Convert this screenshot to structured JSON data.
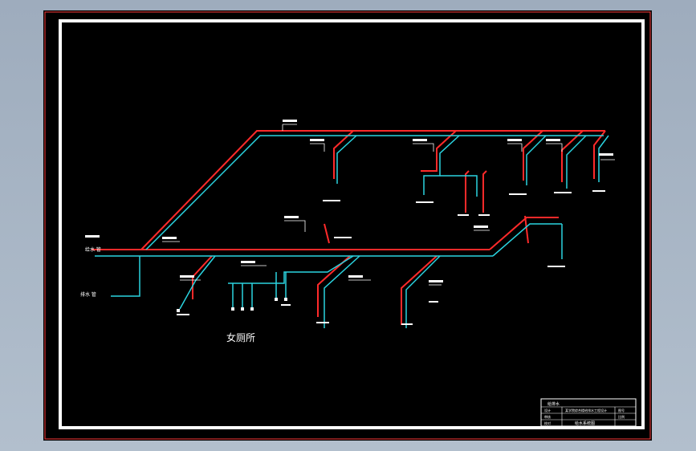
{
  "drawing": {
    "room_label": "女厕所",
    "inlet_labels": [
      "给水 管",
      "排水 管"
    ],
    "title_block": {
      "header": "给排水",
      "project": "某学院综合楼给排水工程设计",
      "drawing_name": "给水系统图",
      "rows": [
        "设计",
        "审核",
        "校对"
      ],
      "right_cells": [
        "图号",
        "比例"
      ]
    }
  },
  "colors": {
    "background": "#000000",
    "supply_pipe": "#ff2a2a",
    "drain_pipe": "#2ad4e0",
    "text": "#ffffff",
    "frame": "#ffffff",
    "sheet_border": "#ff3b3b",
    "viewport": "#a7b4c4"
  }
}
